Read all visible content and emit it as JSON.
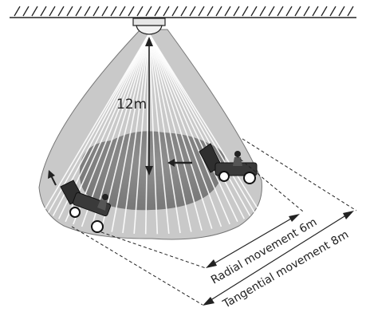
{
  "diagram": {
    "height_label": "12m",
    "radial_label": "Radial movement 6m",
    "tangential_label": "Tangential movement 8m"
  },
  "colors": {
    "ink": "#222222",
    "cone_outer": "#c9c9c9",
    "cone_inner": "#7b7b7b",
    "beam": "#ffffff",
    "sensor": "#e6e6e6"
  },
  "icons": [
    "ceiling-hatch",
    "motion-sensor-icon",
    "forklift-icon",
    "forklift-icon"
  ]
}
